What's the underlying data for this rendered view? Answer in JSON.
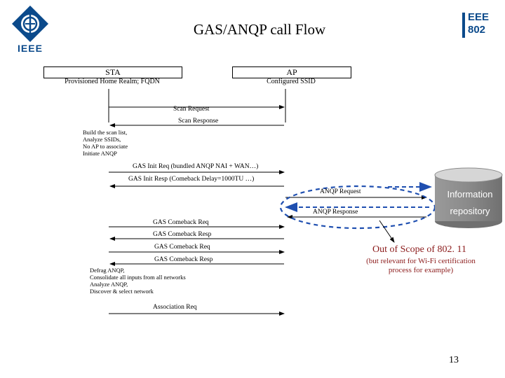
{
  "title": "GAS/ANQP call Flow",
  "logos": {
    "left": "IEEE",
    "right_line1": "EEE",
    "right_line2": "802"
  },
  "entities": {
    "sta": {
      "name": "STA",
      "sub": "Provisioned Home Realm; FQDN"
    },
    "ap": {
      "name": "AP",
      "sub": "Configured SSID"
    }
  },
  "messages": {
    "scan_request": "Scan Request",
    "scan_response": "Scan Response",
    "gas_init_req": "GAS Init Req (bundled ANQP NAI + WAN…)",
    "gas_init_resp": "GAS Init Resp (Comeback Delay=1000TU …)",
    "anqp_request": "ANQP Request",
    "anqp_response": "ANQP Response",
    "gas_comeback_req_1": "GAS Comeback Req",
    "gas_comeback_resp_1": "GAS Comeback Resp",
    "gas_comeback_req_2": "GAS Comeback Req",
    "gas_comeback_resp_2": "GAS Comeback Resp",
    "association_req": "Association Req"
  },
  "notes": {
    "scan_note": "Build the scan list,\nAnalyze SSIDs,\nNo AP to associate\nInitiate ANQP",
    "defrag_note": "Defrag ANQP,\nConsolidate all inputs from all networks\nAnalyze ANQP,\nDiscover & select network"
  },
  "repository": {
    "line1": "Information",
    "line2": "repository"
  },
  "out_of_scope": {
    "heading": "Out of Scope of  802. 11",
    "detail": "(but relevant for Wi-Fi certification\n process  for example)"
  },
  "page_number": "13",
  "colors": {
    "ieee_blue": "#0b4a8b",
    "dashed_blue": "#1f4fb0",
    "cylinder_top": "#d6d6d6",
    "cylinder_body": "#8c8c8c",
    "out_of_scope": "#8b1a1a"
  }
}
